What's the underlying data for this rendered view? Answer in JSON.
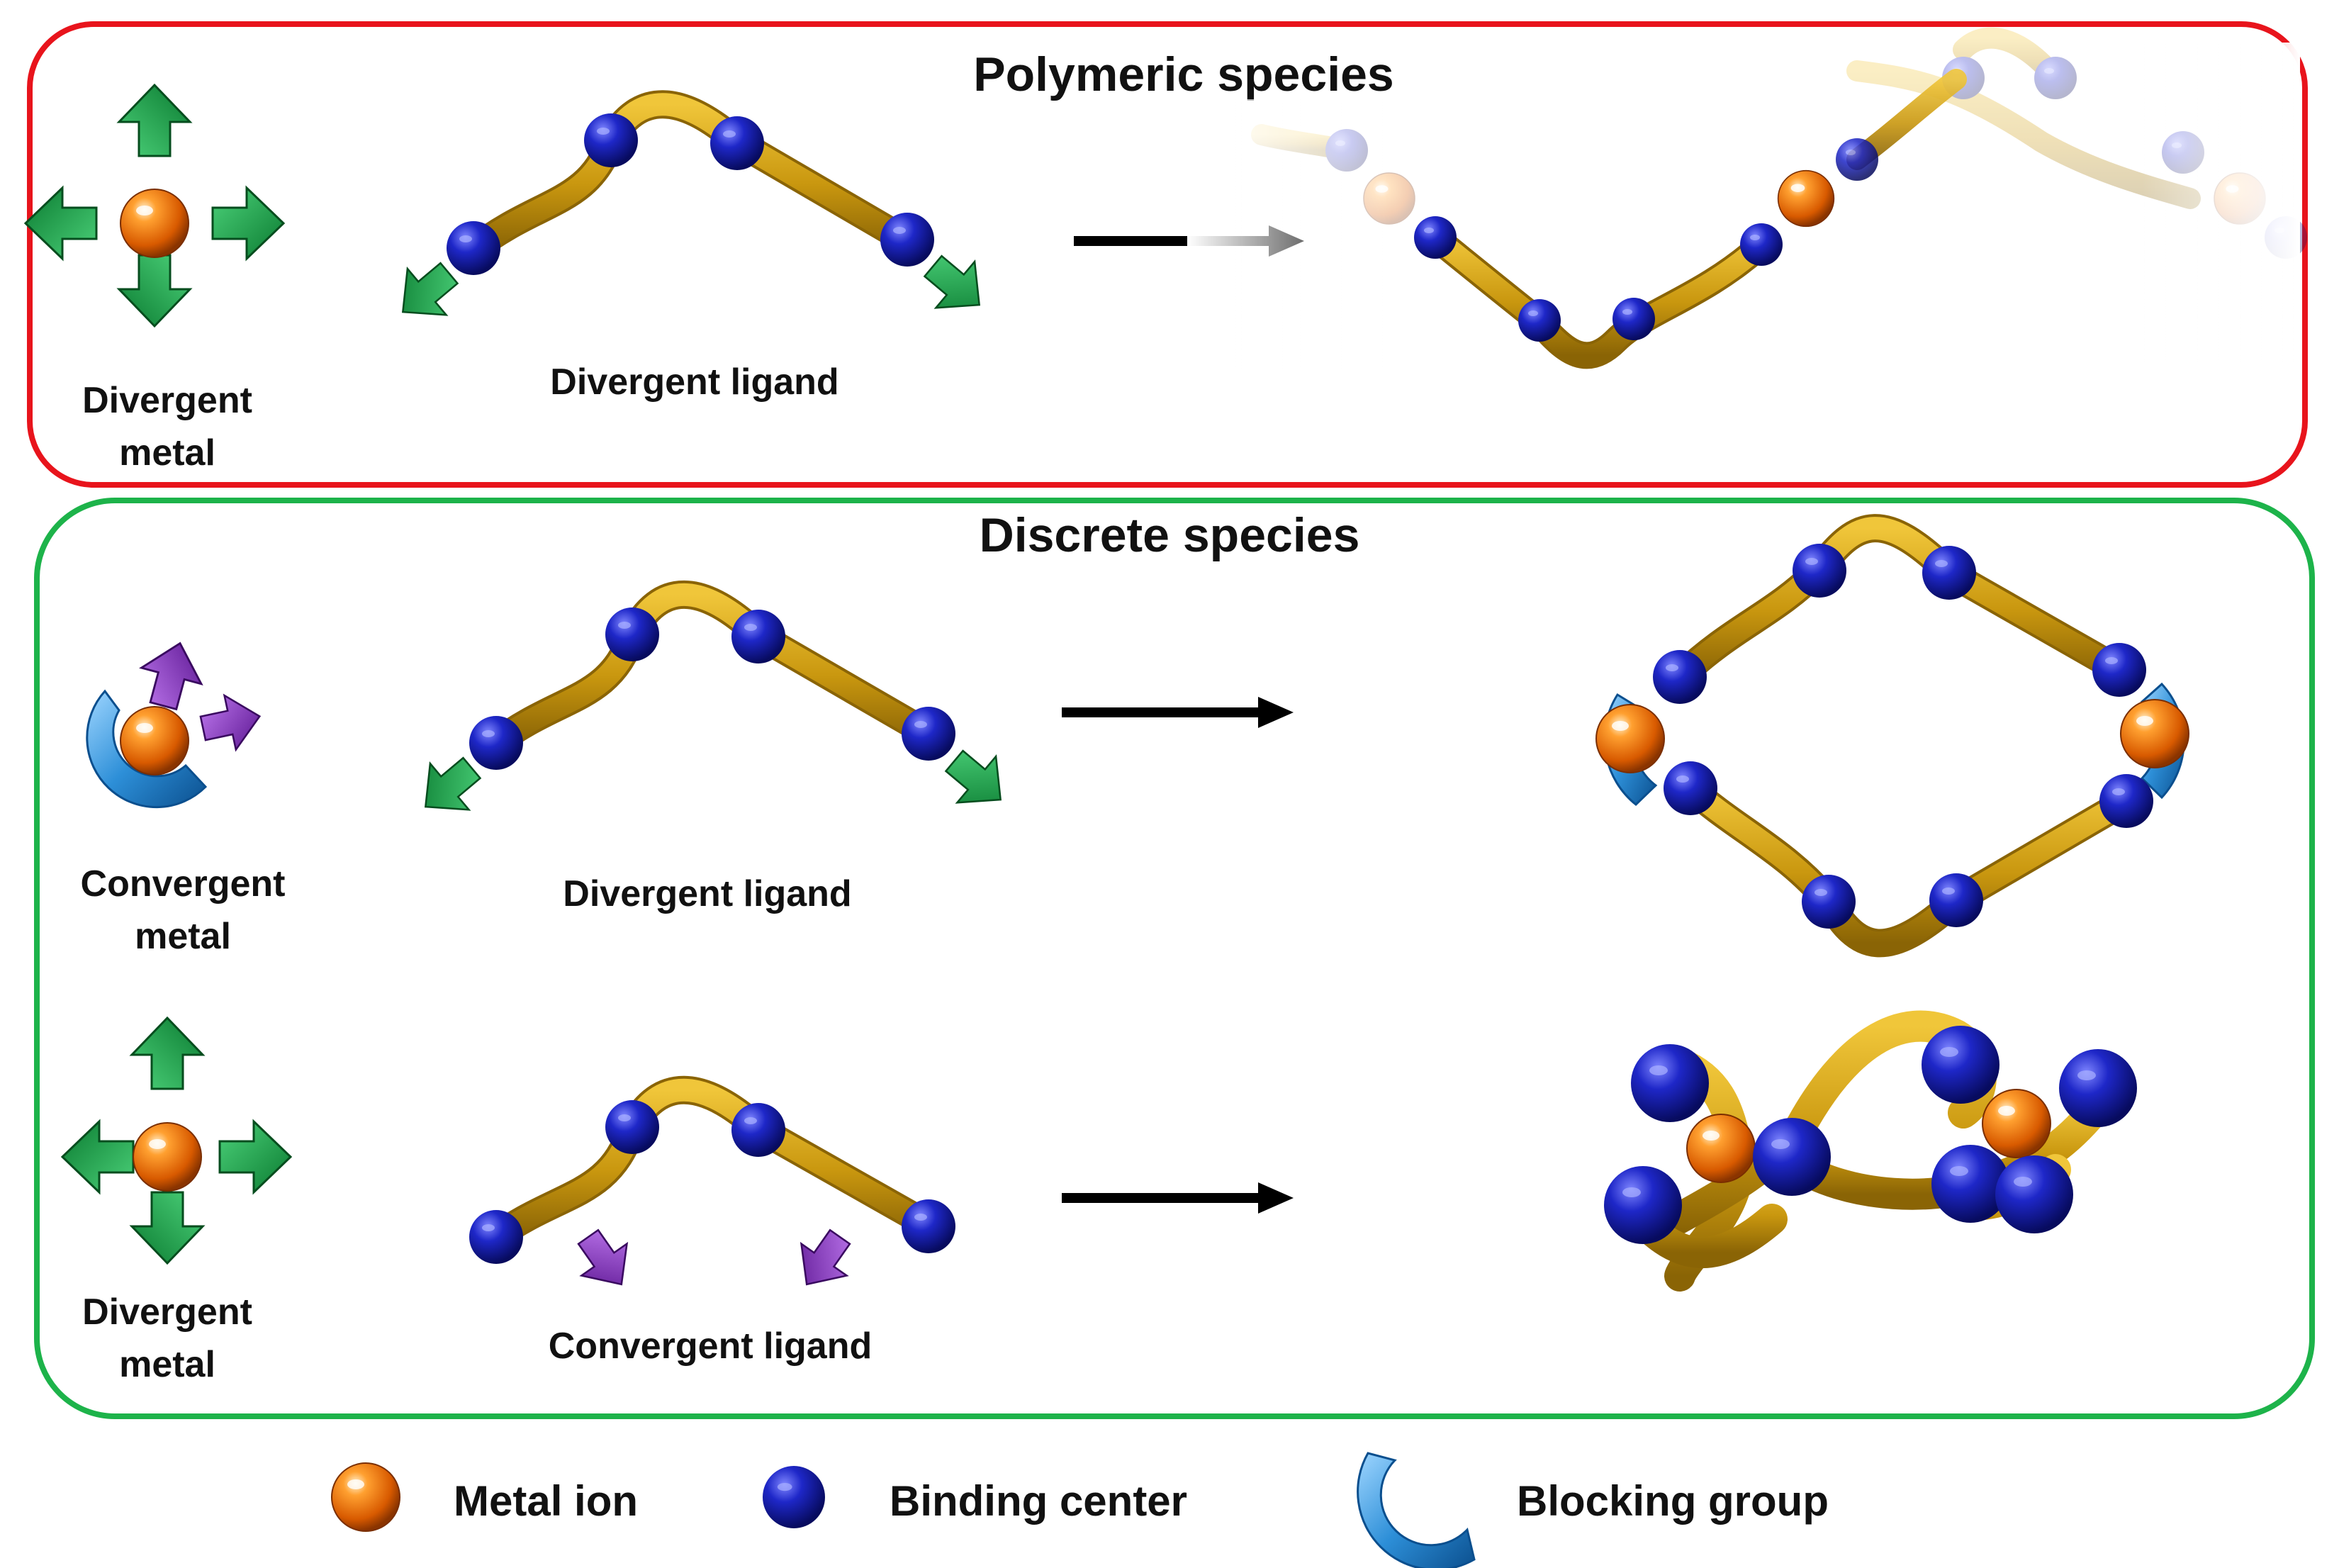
{
  "colors": {
    "polymeric_border": "#e8141c",
    "discrete_border": "#1db34a",
    "ligand_tube": "#c99a12",
    "metal_ion": "#e8700f",
    "binding_center": "#1a21b8",
    "blocking_group": "#2d8fd8",
    "divergent_arrow": "#16a046",
    "convergent_arrow": "#8a2fc2",
    "reaction_arrow": "#000000"
  },
  "polymeric": {
    "title": "Polymeric species",
    "metal_label": [
      "Divergent",
      "metal"
    ],
    "ligand_label": "Divergent ligand"
  },
  "discrete": {
    "title": "Discrete species",
    "row1": {
      "metal_label": [
        "Convergent",
        "metal"
      ],
      "ligand_label": "Divergent ligand"
    },
    "row2": {
      "metal_label": [
        "Divergent",
        "metal"
      ],
      "ligand_label": "Convergent ligand"
    }
  },
  "legend": {
    "metal_ion": "Metal ion",
    "binding_center": "Binding center",
    "blocking_group": "Blocking group"
  },
  "icons": {
    "metal": "orange-sphere-icon",
    "binding": "blue-sphere-icon",
    "blocking": "blue-arc-icon",
    "div_arrow": "green-arrow-icon",
    "conv_arrow": "purple-arrow-icon"
  }
}
